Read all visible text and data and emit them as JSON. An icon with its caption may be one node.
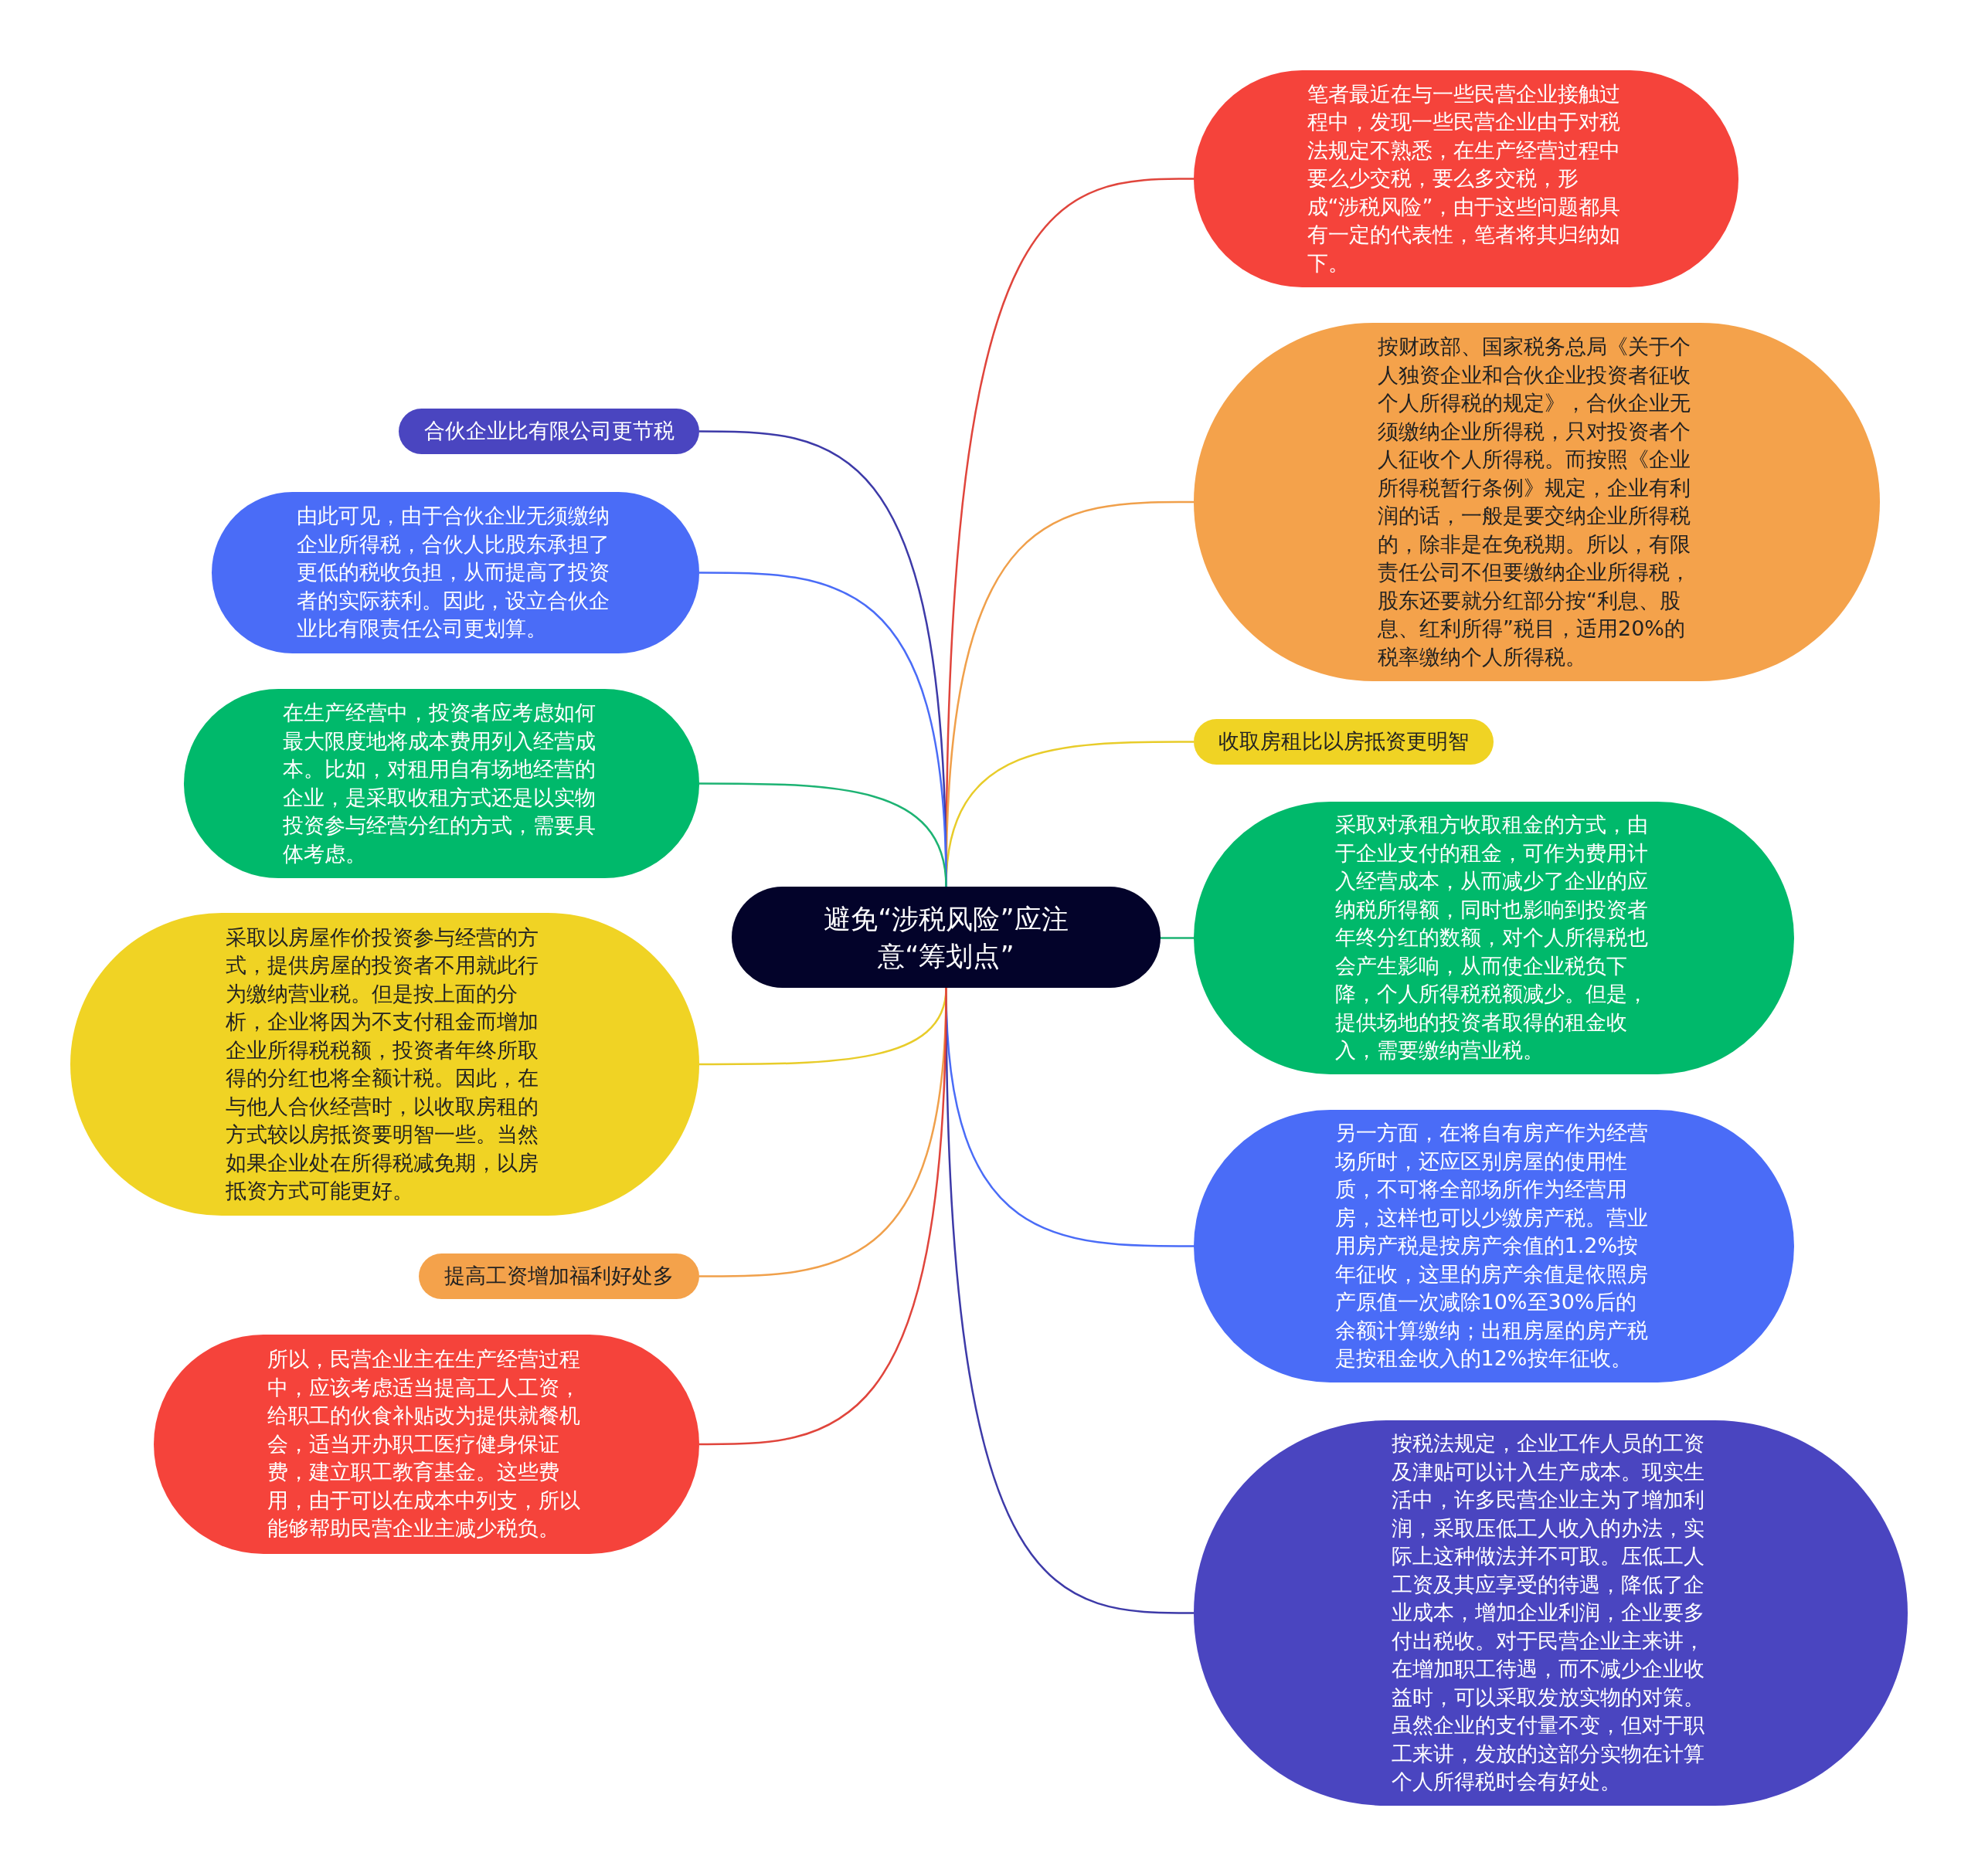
{
  "diagram": {
    "nodes": [
      {
        "text": [
          "避免“涉税风险”应注意“筹划点”"
        ]
      },
      {
        "text": [
          "笔者最近在与一些民营企业接触过程中，发现一些民营企业由于对税法规定不熟悉，在生产经营过程中要么少交税，要么多交税，形成“涉税风险”，由于这些问题都具有一定的代表性，笔者将其归纳如下。"
        ]
      },
      {
        "text": [
          "按财政部、国家税务总局《关于个人独资企业和合伙企业投资者征收个人所得税的规定》，合伙企业无须缴纳企业所得税，只对投资者个人征收个人所得税。而按照《企业所得税暂行条例》规定，企业有利润的话，一般是要交纳企业所得税的，除非是在免税期。所以，有限责任公司不但要缴纳企业所得税，股东还要就分红部分按“利息、股息、红利所得”税目，适用20%的税率缴纳个人所得税。"
        ]
      },
      {
        "text": [
          "收取房租比以房抵资更明智"
        ]
      },
      {
        "text": [
          "采取对承租方收取租金的方式，由于企业支付的租金，可作为费用计入经营成本，从而减少了企业的应纳税所得额，同时也影响到投资者年终分红的数额，对个人所得税也会产生影响，从而使企业税负下降，个人所得税税额减少。但是，提供场地的投资者取得的租金收入，需要缴纳营业税。"
        ]
      },
      {
        "text": [
          "另一方面，在将自有房产作为经营场所时，还应区别房屋的使用性质，不可将全部场所作为经营用房，这样也可以少缴房产税。营业用房产税是按房产余值的1.2%按年征收，这里的房产余值是依照房产原值一次减除10%至30%后的余额计算缴纳；出租房屋的房产税是按租金收入的12%按年征收。"
        ]
      },
      {
        "text": [
          "按税法规定，企业工作人员的工资及津贴可以计入生产成本。现实生活中，许多民营企业主为了增加利润，采取压低工人收入的办法，实际上这种做法并不可取。压低工人工资及其应享受的待遇，降低了企业成本，增加企业利润，企业要多付出税收。对于民营企业主来讲，在增加职工待遇，而不减少企业收益时，可以采取发放实物的对策。虽然企业的支付量不变，但对于职工来讲，发放的这部分实物在计算个人所得税时会有好处。"
        ]
      },
      {
        "text": [
          "合伙企业比有限公司更节税"
        ]
      },
      {
        "text": [
          "由此可见，由于合伙企业无须缴纳企业所得税，合伙人比股东承担了更低的税收负担，从而提高了投资者的实际获利。因此，设立合伙企业比有限责任公司更划算。"
        ]
      },
      {
        "text": [
          "在生产经营中，投资者应考虑如何最大限度地将成本费用列入经营成本。比如，对租用自有场地经营的企业，是采取收租方式还是以实物投资参与经营分红的方式，需要具体考虑。"
        ]
      },
      {
        "text": [
          "采取以房屋作价投资参与经营的方式，提供房屋的投资者不用就此行为缴纳营业税。但是按上面的分析，企业将因为不支付租金而增加企业所得税税额，投资者年终所取得的分红也将全额计税。因此，在与他人合伙经营时，以收取房租的方式较以房抵资要明智一些。当然如果企业处在所得税减免期，以房抵资方式可能更好。"
        ]
      },
      {
        "text": [
          "提高工资增加福利好处多"
        ]
      },
      {
        "text": [
          "所以，民营企业主在生产经营过程中，应该考虑适当提高工人工资，给职工的伙食补贴改为提供就餐机会，适当开办职工医疗健身保证费，建立职工教育基金。这些费用，由于可以在成本中列支，所以能够帮助民营企业主减少税负。"
        ]
      }
    ],
    "edges": [
      {
        "from": 0,
        "to": 1,
        "arrow": "none",
        "color": "#e0453c"
      },
      {
        "from": 0,
        "to": 2,
        "arrow": "none",
        "color": "#f0a04b"
      },
      {
        "from": 0,
        "to": 3,
        "arrow": "none",
        "color": "#e8cc2a"
      },
      {
        "from": 0,
        "to": 4,
        "arrow": "none",
        "color": "#1db373"
      },
      {
        "from": 0,
        "to": 5,
        "arrow": "none",
        "color": "#4a6cf7"
      },
      {
        "from": 0,
        "to": 6,
        "arrow": "none",
        "color": "#3d3aa8"
      },
      {
        "from": 0,
        "to": 7,
        "arrow": "none",
        "color": "#3d3aa8"
      },
      {
        "from": 0,
        "to": 8,
        "arrow": "none",
        "color": "#4a6cf7"
      },
      {
        "from": 0,
        "to": 9,
        "arrow": "none",
        "color": "#1db373"
      },
      {
        "from": 0,
        "to": 10,
        "arrow": "none",
        "color": "#e8cc2a"
      },
      {
        "from": 0,
        "to": 11,
        "arrow": "none",
        "color": "#f0a04b"
      },
      {
        "from": 0,
        "to": 12,
        "arrow": "none",
        "color": "#e0453c"
      }
    ]
  }
}
